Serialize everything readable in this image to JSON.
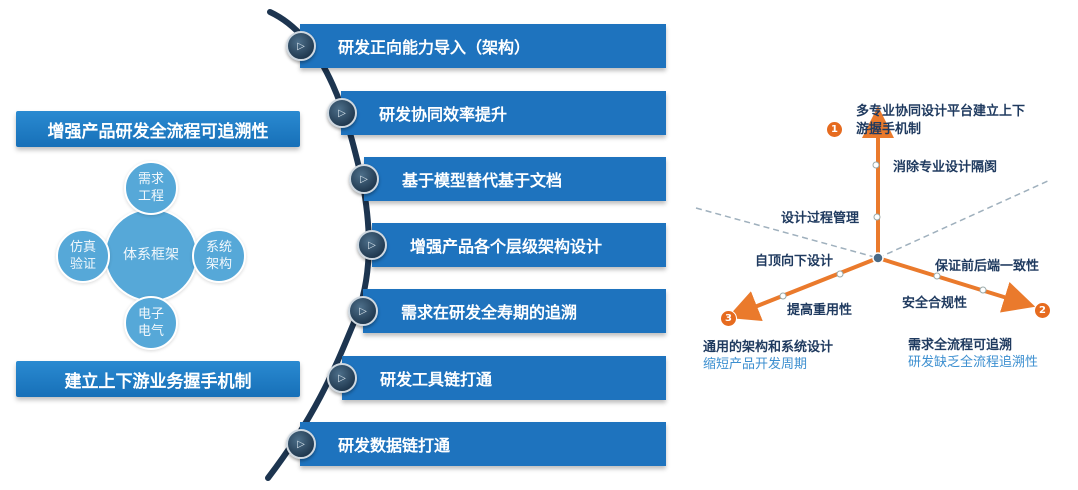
{
  "left": {
    "top_label": "增强产品研发全流程可追溯性",
    "bottom_label": "建立上下游业务握手机制",
    "center": "体系框架",
    "top_circle": [
      "需求",
      "工程"
    ],
    "left_circle": [
      "仿真",
      "验证"
    ],
    "right_circle": [
      "系统",
      "架构"
    ],
    "bottom_circle": [
      "电子",
      "电气"
    ]
  },
  "bars": [
    "研发正向能力导入（架构）",
    "研发协同效率提升",
    "基于模型替代基于文档",
    "增强产品各个层级架构设计",
    "需求在研发全寿期的追溯",
    "研发工具链打通",
    "研发数据链打通"
  ],
  "right": {
    "n1": "1",
    "n2": "2",
    "n3": "3",
    "t1_line1": "多专业协同设计平台建立上下",
    "t1_line2": "游握手机制",
    "up_mid": "消除专业设计隔阂",
    "design_process": "设计过程管理",
    "top_down": "自顶向下设计",
    "reuse": "提高重用性",
    "consistency": "保证前后端一致性",
    "safety": "安全合规性",
    "t3_line1": "通用的架构和系统设计",
    "t3_line2": "缩短产品开发周期",
    "t2_line1": "需求全流程可追溯",
    "t2_line2": "研发缺乏全流程追溯性",
    "colors": {
      "arrow": "#ea7a2c",
      "dark": "#1f3a5f",
      "light": "#3c8fd0"
    }
  }
}
